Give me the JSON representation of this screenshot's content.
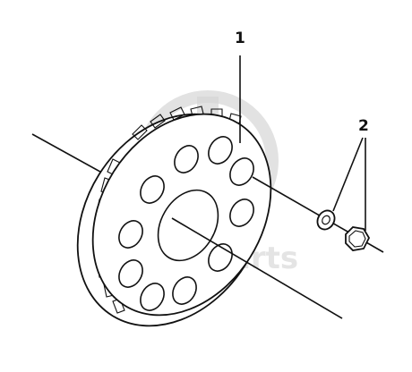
{
  "diagram": {
    "callouts": [
      {
        "id": "1",
        "label": "1"
      },
      {
        "id": "2",
        "label": "2"
      }
    ],
    "watermark": {
      "text": "data-parts"
    },
    "colors": {
      "line": "#111111",
      "watermark": "#d6d6d6",
      "background": "#ffffff"
    }
  }
}
